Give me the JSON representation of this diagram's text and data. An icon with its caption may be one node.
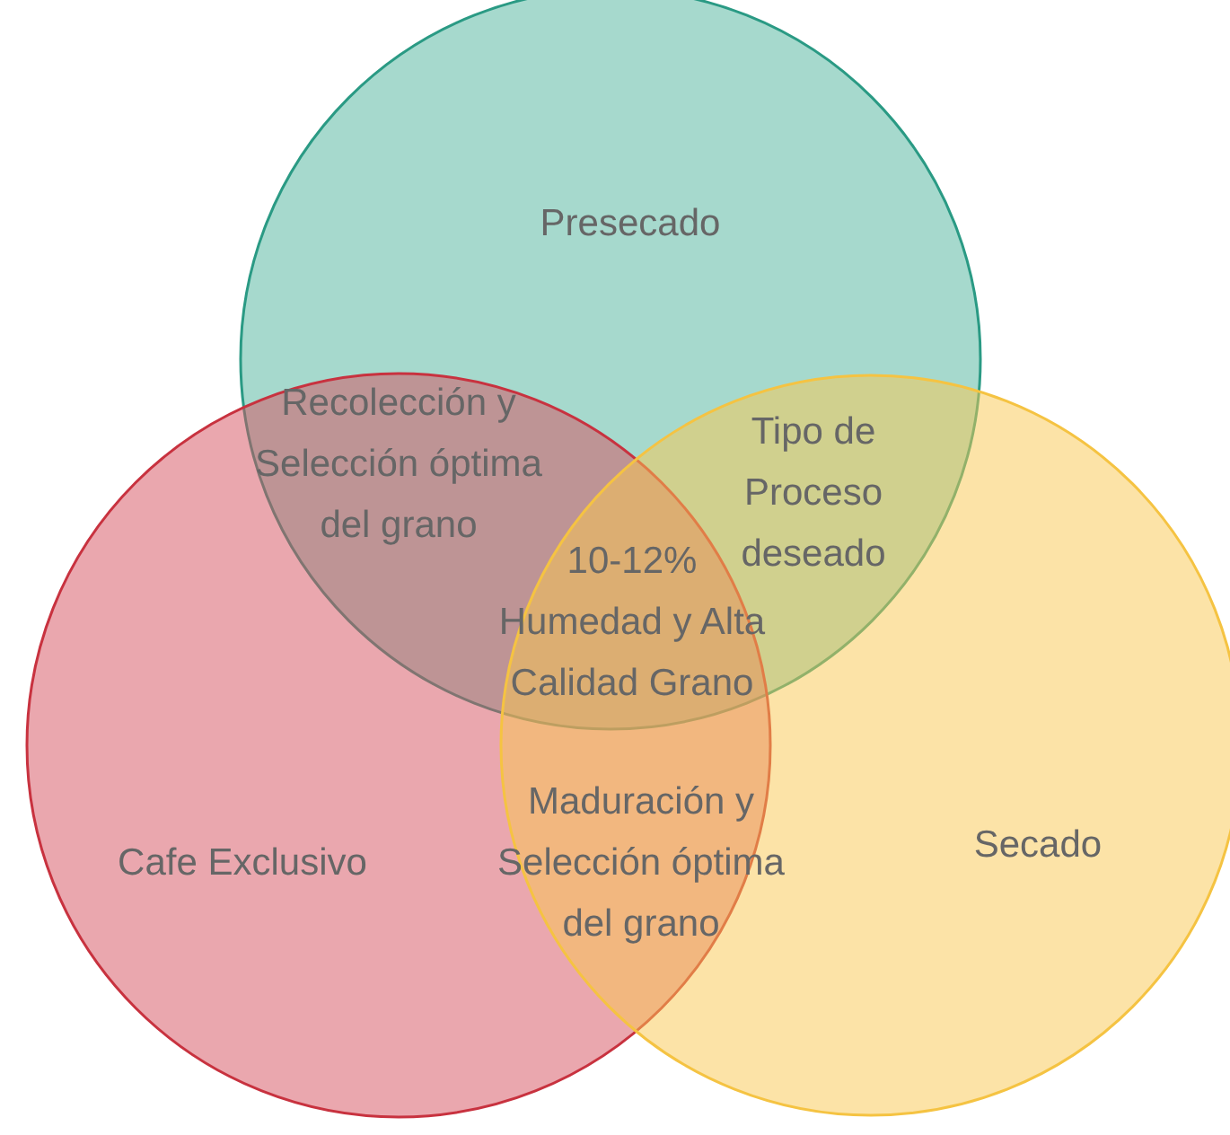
{
  "diagram": {
    "nodes": [
      {
        "text": [
          "Presecado"
        ]
      },
      {
        "text": [
          "Cafe Exclusivo"
        ]
      },
      {
        "text": [
          "Secado"
        ]
      }
    ],
    "labels": [
      "Recolección y Selección óptima del grano",
      "Tipo de Proceso deseado",
      "10-12% Humedad y Alta Calidad Grano",
      "Maduración y Selección óptima del grano"
    ]
  }
}
